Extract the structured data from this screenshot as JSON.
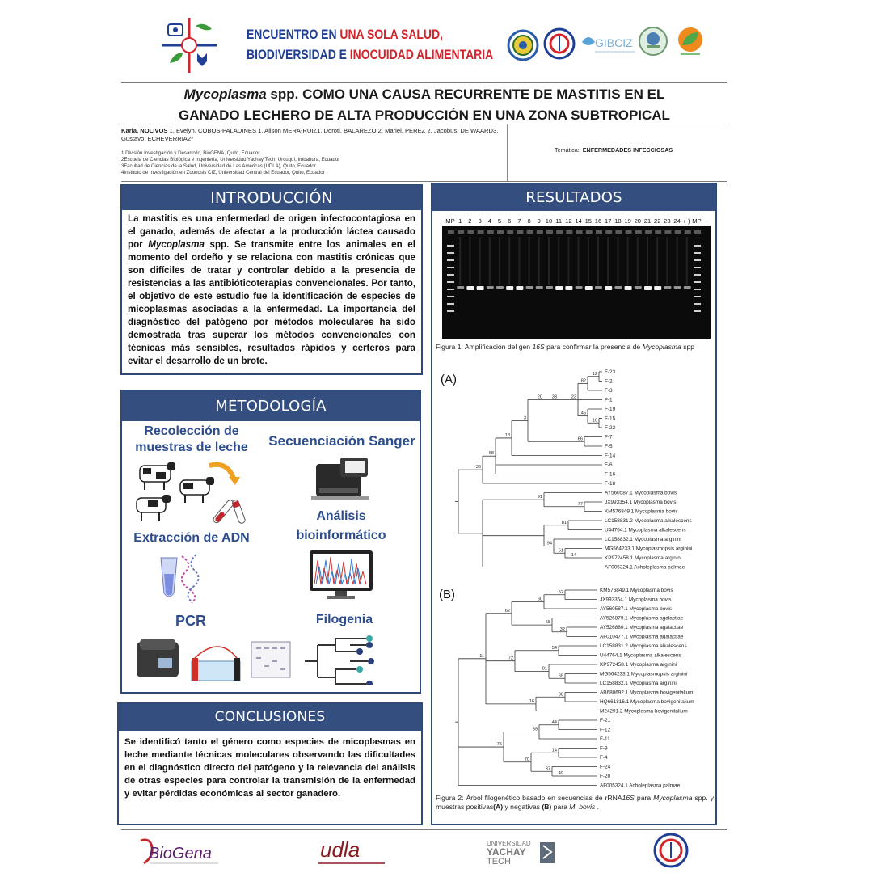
{
  "header": {
    "event_line1_a": "ENCUENTRO EN ",
    "event_line1_b": "UNA SOLA SALUD,",
    "event_line2_a": "BIODIVERSIDAD E ",
    "event_line2_b": "INOCUIDAD ALIMENTARIA",
    "logo4_text": "GIBCIZ"
  },
  "title": {
    "italic": "Mycoplasma",
    "rest_line1": " spp. COMO UNA CAUSA RECURRENTE DE MASTITIS EN EL",
    "line2": "GANADO LECHERO DE ALTA PRODUCCIÓN EN UNA ZONA SUBTROPICAL"
  },
  "authors": {
    "first_name": "Karla,",
    "first_surname": "NOLIVOS",
    "rest": " 1, Evelyn, COBOS-PALADINES 1, Alison MERA-RUIZ1, Doroti, BALAREZO 2, Mariel, PEREZ 2, Jacobus, DE WAARD3, Gustavo, ECHEVERRIA2*"
  },
  "affiliations": [
    "1 División Investigación y Desarrollo, BioGENA, Quito, Ecuador.",
    "2Escuela de Ciencias Biológica e Ingeniería, Universidad Yachay Tech, Urcuquí, Imbabura, Ecuador",
    "3Facultad de Ciencias de la Salud, Universidad de Las Américas (UDLA), Quito, Ecuador",
    "4Instituto de Investigación en Zoonosis CIZ, Universidad Central del Ecuador, Quito, Ecuador"
  ],
  "tematica": {
    "label": "Temática:",
    "value": "ENFERMEDADES INFECCIOSAS"
  },
  "introduccion": {
    "heading": "INTRODUCCIÓN",
    "text_a": "La mastitis es una enfermedad de origen infectocontagiosa en el ganado, además de afectar a la producción láctea causado por ",
    "text_italic": "Mycoplasma",
    "text_b": " spp. Se transmite entre los animales en el momento del ordeño y se relaciona con mastitis crónicas que son difíciles de tratar y controlar debido a la presencia de resistencias a las antibióticoterapias convencionales. Por tanto, el objetivo de este estudio fue la identificación de especies de micoplasmas asociadas a la enfermedad. La importancia del diagnóstico del patógeno por métodos moleculares ha sido demostrada tras superar los métodos convencionales con técnicas más sensibles, resultados rápidos y certeros para evitar el desarrollo de un brote."
  },
  "metodologia": {
    "heading": "METODOLOGÍA",
    "step1": "Recolección de muestras de leche",
    "step2": "Secuenciación Sanger",
    "step3": "Extracción de ADN",
    "step4": "Análisis bioinformático",
    "step5": "PCR",
    "step6": "Filogenia"
  },
  "conclusiones": {
    "heading": "CONCLUSIONES",
    "text": "Se identificó tanto el género como especies de micoplasmas en leche mediante técnicas moleculares observando las dificultades en el diagnóstico directo del patógeno y la relevancia del análisis de otras especies para controlar la transmisión de la enfermedad y evitar pérdidas económicas al sector ganadero."
  },
  "resultados": {
    "heading": "RESULTADOS",
    "gel_lanes": [
      "MP",
      "1",
      "2",
      "3",
      "4",
      "5",
      "6",
      "7",
      "8",
      "9",
      "10",
      "11",
      "12",
      "14",
      "15",
      "16",
      "17",
      "18",
      "19",
      "20",
      "21",
      "22",
      "23",
      "24",
      "(-)",
      "MP"
    ],
    "fig1_a": "Figura 1: Amplificación del gen ",
    "fig1_gene": "16S",
    "fig1_b": " para confirmar la presencia de ",
    "fig1_italic": "Mycoplasma",
    "fig1_c": " spp",
    "tree_a_label": "(A)",
    "tree_b_label": "(B)",
    "tree_a_leaves": [
      "F-23",
      "F-2",
      "F-3",
      "F-1",
      "F-19",
      "F-15",
      "F-22",
      "F-7",
      "F-5",
      "F-14",
      "F-6",
      "F-16",
      "F-18",
      "AY560587.1 Mycoplasma bovis",
      "JX993354.1 Mycoplasma bovis",
      "KM576849.1 Mycoplasma bovis",
      "LC158831.2 Mycoplasma alkalescens",
      "U44764.1 Mycoplasma alkalescens",
      "LC158832.1 Mycoplasma arginini",
      "MG564233.1 Mycoplasmopsis arginini",
      "KP972458.1 Mycoplasma arginini",
      "AF005324.1 Acholeplasma palmae"
    ],
    "tree_a_bootstrap": [
      "12",
      "82",
      "23",
      "33",
      "45",
      "10",
      "20",
      "3",
      "66",
      "18",
      "68",
      "30",
      "91",
      "77",
      "81",
      "94",
      "51",
      "14"
    ],
    "tree_b_leaves": [
      "KM576849.1 Mycoplasma bovis",
      "JX993354.1 Mycoplasma bovis",
      "AY560587.1 Mycoplasma bovis",
      "AY526879.1 Mycoplasma agalactiae",
      "AY526880.1 Mycoplasma agalactiae",
      "AF010477.1 Mycoplasma agalactiae",
      "LC158831.2 Mycoplasma alkalescens",
      "U44764.1 Mycoplasma alkalescens",
      "KP972458.1 Mycoplasma arginini",
      "MG564233.1 Mycoplasmopsis arginini",
      "LC158832.1 Mycoplasma arginini",
      "AB680692.1 Mycoplasma bovigenitalium",
      "HQ661816.1 Mycoplasma bovigenitalium",
      "M24291.2 Mycoplasma bovigenitalium",
      "F-21",
      "F-12",
      "F-11",
      "F-9",
      "F-4",
      "F-24",
      "F-20",
      "AF005324.1 Acholeplasma palmae"
    ],
    "tree_b_bootstrap": [
      "52",
      "60",
      "62",
      "58",
      "32",
      "54",
      "11",
      "72",
      "81",
      "65",
      "38",
      "16",
      "44",
      "39",
      "75",
      "14",
      "70",
      "37",
      "49"
    ],
    "fig2_a": "Figura 2: Árbol filogenético basado en secuencias de rRNA",
    "fig2_gene": "16S",
    "fig2_b": " para ",
    "fig2_italic": "Mycoplasma",
    "fig2_c": " spp. y muestras positivas",
    "fig2_A": "(A)",
    "fig2_d": " y negativas ",
    "fig2_B": "(B)",
    "fig2_e": " para ",
    "fig2_species": "M. bovis",
    "fig2_f": " ."
  },
  "footer": {
    "logo1": "BioGena",
    "logo2": "udla",
    "logo3_line1": "UNIVERSIDAD",
    "logo3_line2": "YACHAY",
    "logo3_line3": "TECH"
  },
  "colors": {
    "panel_head": "#344f7f",
    "panel_border": "#2f4a77",
    "method_label": "#2d4d8d",
    "title_blue": "#1f3f94",
    "title_red": "#d3242b"
  }
}
